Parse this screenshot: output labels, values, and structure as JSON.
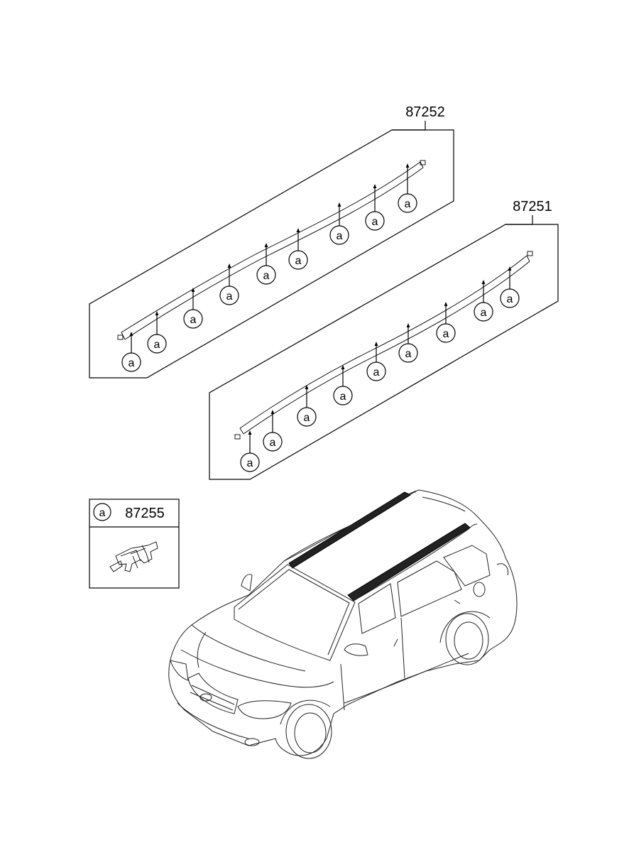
{
  "parts": {
    "upper_moulding": {
      "number": "87252"
    },
    "lower_moulding": {
      "number": "87251"
    },
    "clip": {
      "number": "87255",
      "callout": "a"
    }
  },
  "callout_letter": "a"
}
